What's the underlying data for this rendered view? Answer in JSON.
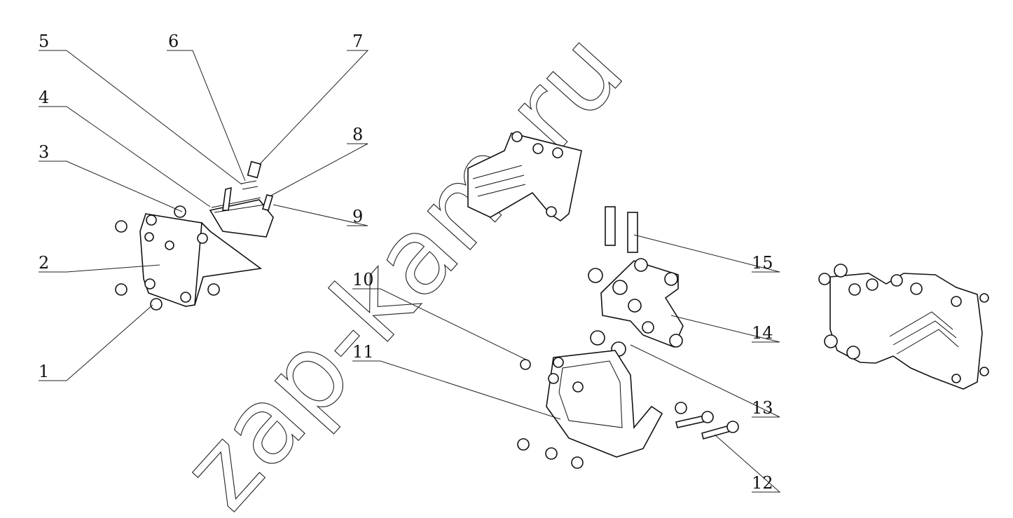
{
  "watermark": "zap-kam.ru",
  "callouts": [
    {
      "id": "1",
      "label": "1"
    },
    {
      "id": "2",
      "label": "2"
    },
    {
      "id": "3",
      "label": "3"
    },
    {
      "id": "4",
      "label": "4"
    },
    {
      "id": "5",
      "label": "5"
    },
    {
      "id": "6",
      "label": "6"
    },
    {
      "id": "7",
      "label": "7"
    },
    {
      "id": "8",
      "label": "8"
    },
    {
      "id": "9",
      "label": "9"
    },
    {
      "id": "10",
      "label": "10"
    },
    {
      "id": "11",
      "label": "11"
    },
    {
      "id": "12",
      "label": "12"
    },
    {
      "id": "13",
      "label": "13"
    },
    {
      "id": "14",
      "label": "14"
    },
    {
      "id": "15",
      "label": "15"
    }
  ]
}
